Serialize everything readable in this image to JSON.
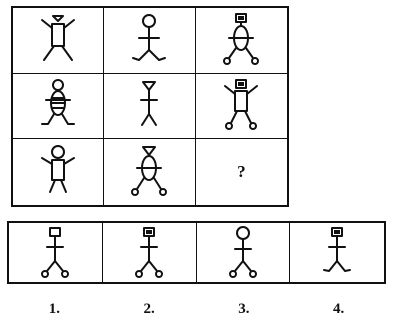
{
  "question_mark": "?",
  "option_labels": [
    "1.",
    "2.",
    "3.",
    "4."
  ],
  "grid_figures": [
    "figure-body-box-arms-up-icon",
    "figure-round-head-stick-icon",
    "figure-square-head-oval-body-feet-circles-icon",
    "figure-round-head-striped-oval-icon",
    "figure-triangle-head-stick-icon",
    "figure-square-head-box-arms-up-feet-circles-icon",
    "figure-round-head-box-body-icon",
    "figure-triangle-head-oval-body-feet-circles-icon"
  ],
  "option_figures": [
    "option-square-head-stick-feet-circles-icon",
    "option-striped-square-head-stick-feet-circles-icon",
    "option-round-head-stick-feet-circles-icon",
    "option-square-head-stick-icon"
  ]
}
